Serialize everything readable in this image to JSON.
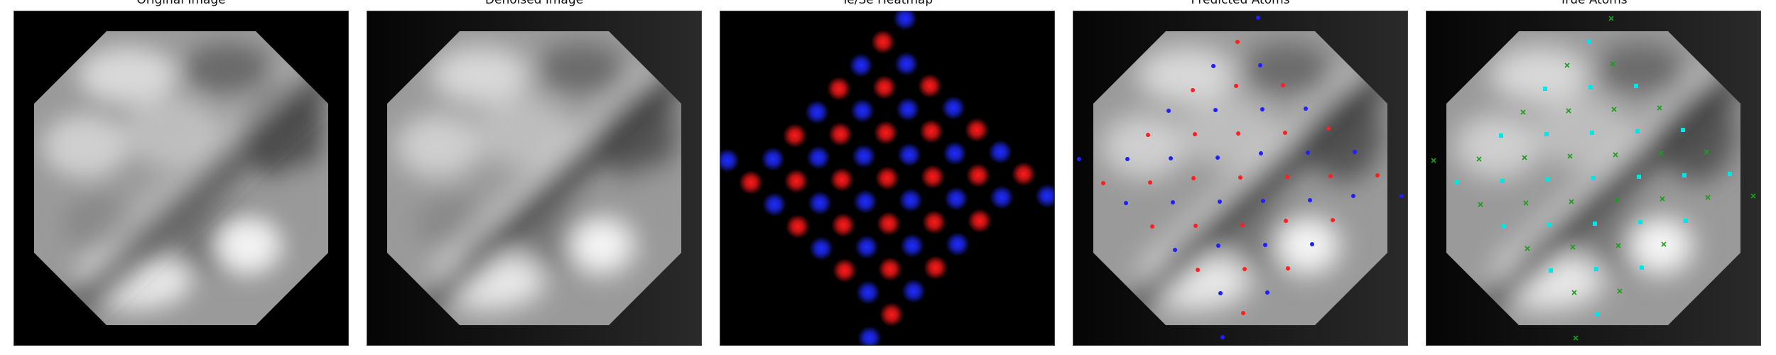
{
  "panels": [
    {
      "id": "original",
      "title": "Original Image"
    },
    {
      "id": "denoised",
      "title": "Denoised Image"
    },
    {
      "id": "heatmap",
      "title": "Te/Se Heatmap"
    },
    {
      "id": "predicted",
      "title": "Predicted Atoms"
    },
    {
      "id": "true",
      "title": "True Atoms"
    }
  ],
  "colors": {
    "te_heat": "#ff1a1a",
    "se_heat": "#1f2bff",
    "predicted_te": "#ff1f1f",
    "predicted_se": "#1f1fff",
    "true_te": "#00e5e5",
    "true_se": "#1a9e1a"
  }
}
